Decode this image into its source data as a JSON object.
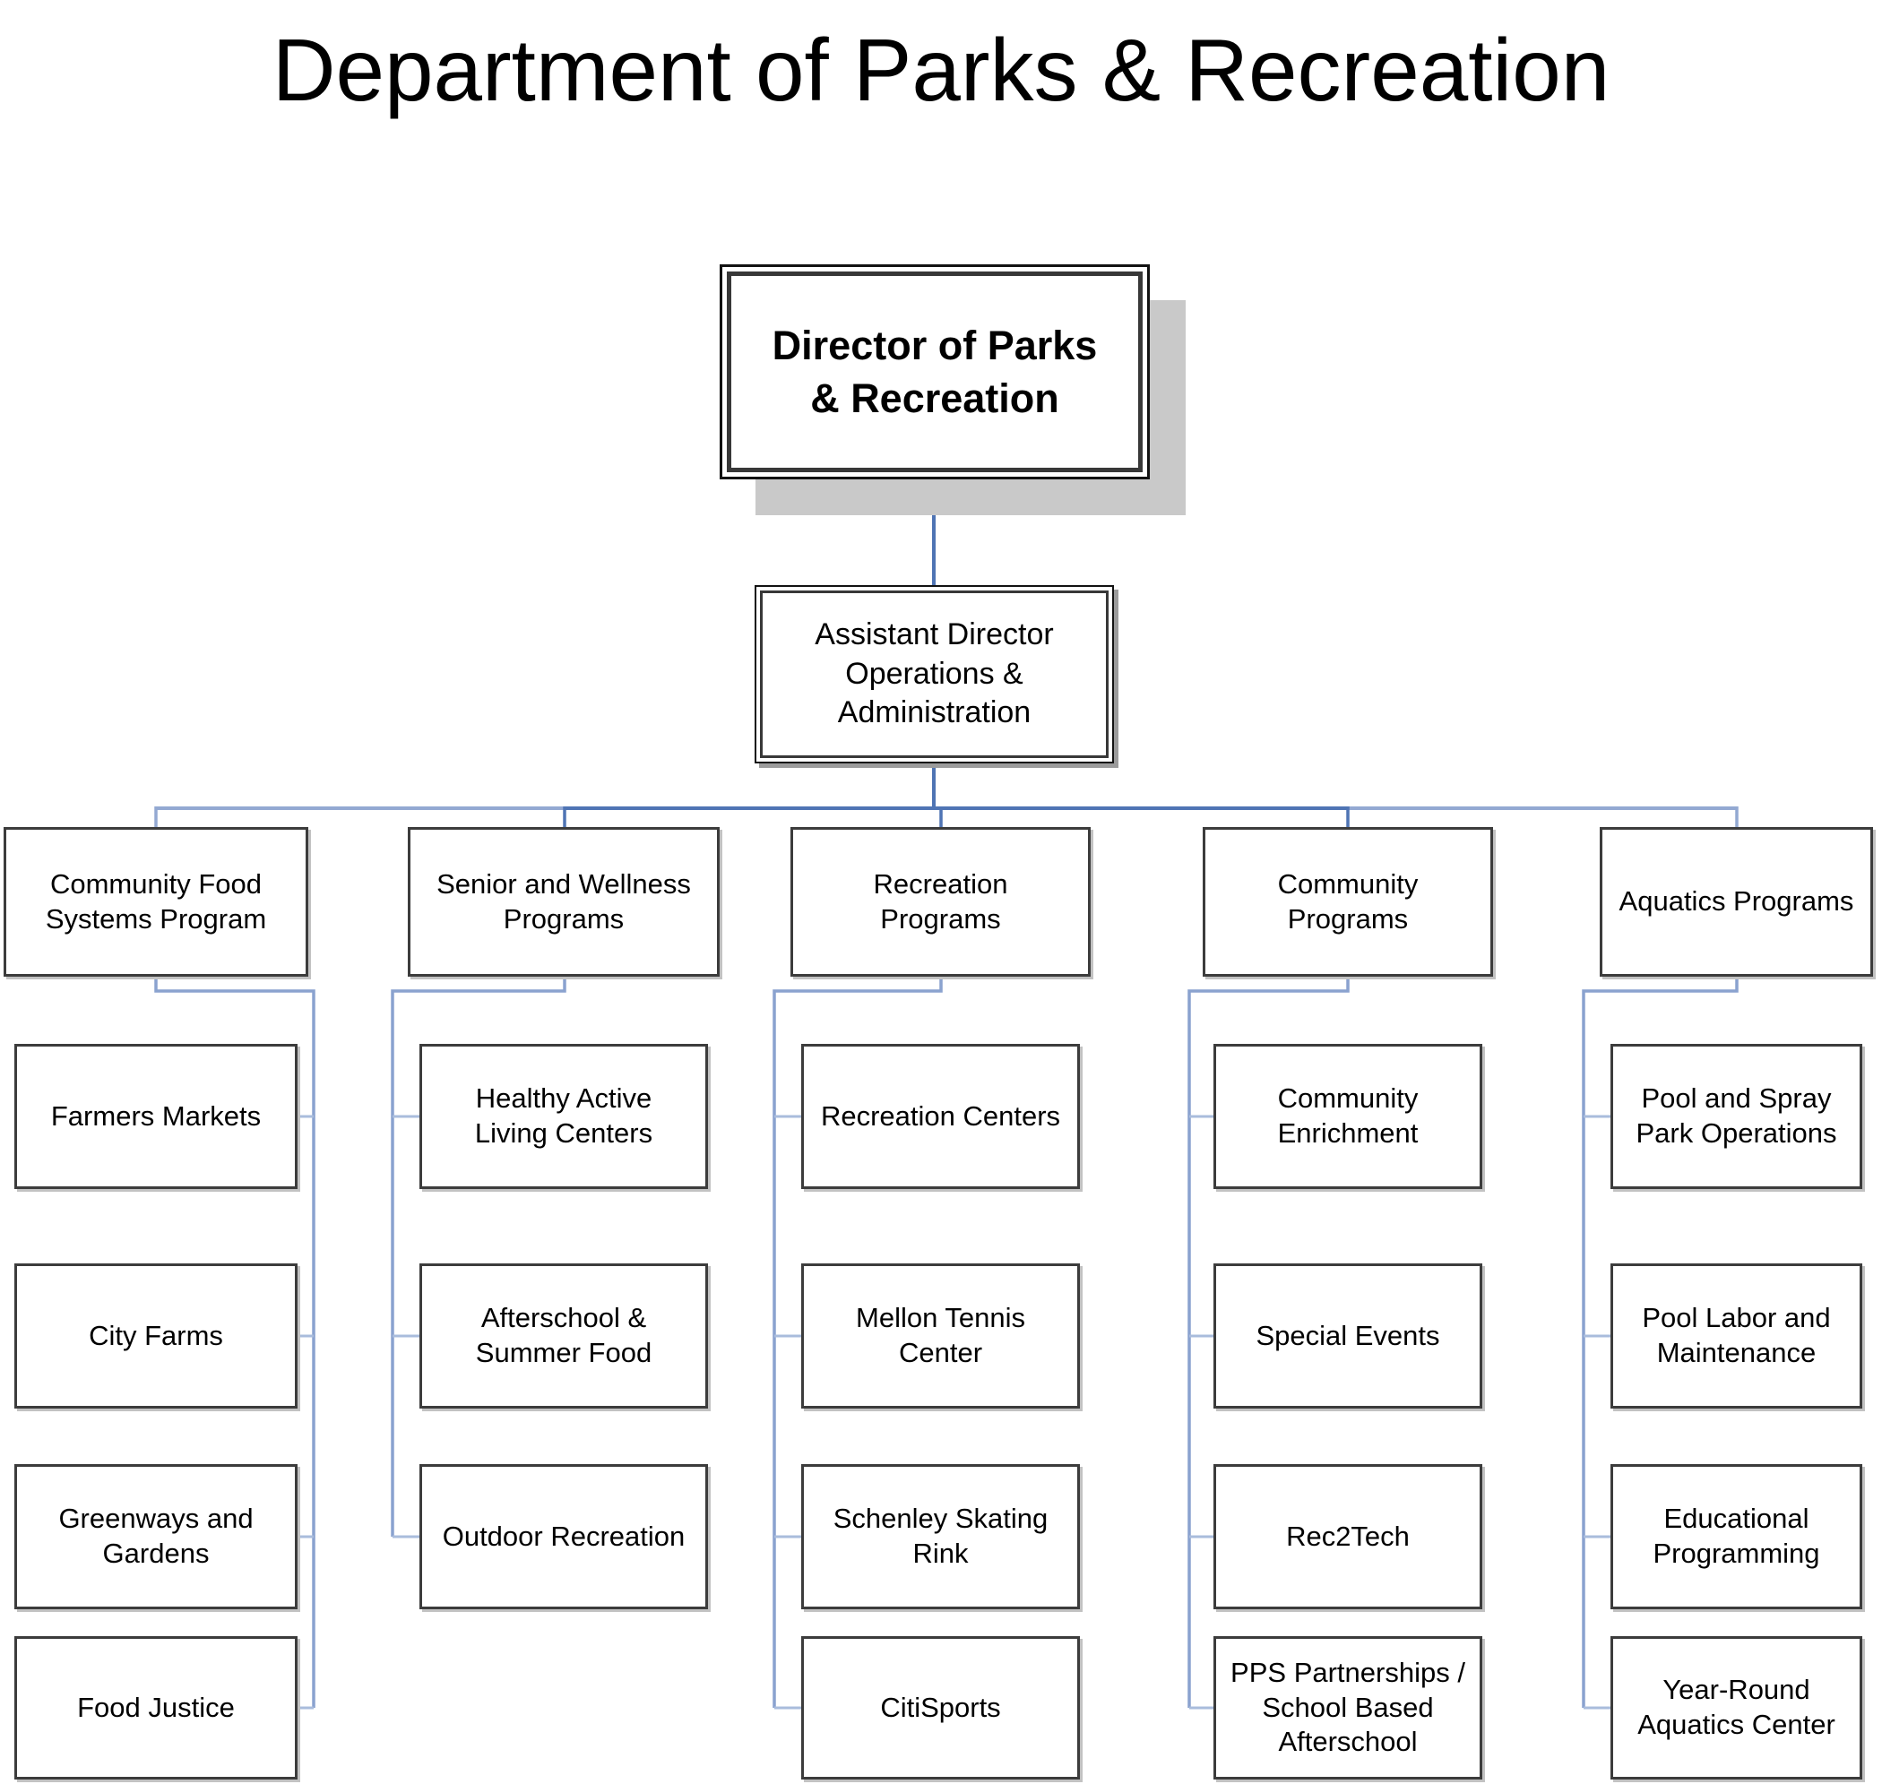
{
  "title": "Department of Parks & Recreation",
  "colors": {
    "connector_dark": "#4f74b4",
    "connector": "#8aa2cf",
    "connector_light": "#a9bcdc",
    "rail_light": "#93a9d2",
    "box_border": "#3c3c3c",
    "director_shadow": "#c9c9c9",
    "box_shadow": "#c2c2c2"
  },
  "org": {
    "director": "Director of Parks\n& Recreation",
    "assistant_director": "Assistant Director\nOperations &\nAdministration",
    "columns": [
      {
        "header": "Community Food\nSystems Program",
        "children": [
          "Farmers Markets",
          "City Farms",
          "Greenways and\nGardens",
          "Food Justice"
        ]
      },
      {
        "header": "Senior and Wellness\nPrograms",
        "children": [
          "Healthy Active\nLiving Centers",
          "Afterschool &\nSummer Food",
          "Outdoor Recreation"
        ]
      },
      {
        "header": "Recreation\nPrograms",
        "children": [
          "Recreation Centers",
          "Mellon Tennis\nCenter",
          "Schenley Skating\nRink",
          "CitiSports"
        ]
      },
      {
        "header": "Community\nPrograms",
        "children": [
          "Community\nEnrichment",
          "Special Events",
          "Rec2Tech",
          "PPS Partnerships /\nSchool Based\nAfterschool"
        ]
      },
      {
        "header": "Aquatics Programs",
        "children": [
          "Pool and Spray\nPark Operations",
          "Pool Labor and\nMaintenance",
          "Educational\nProgramming",
          "Year-Round\nAquatics Center"
        ]
      }
    ]
  }
}
